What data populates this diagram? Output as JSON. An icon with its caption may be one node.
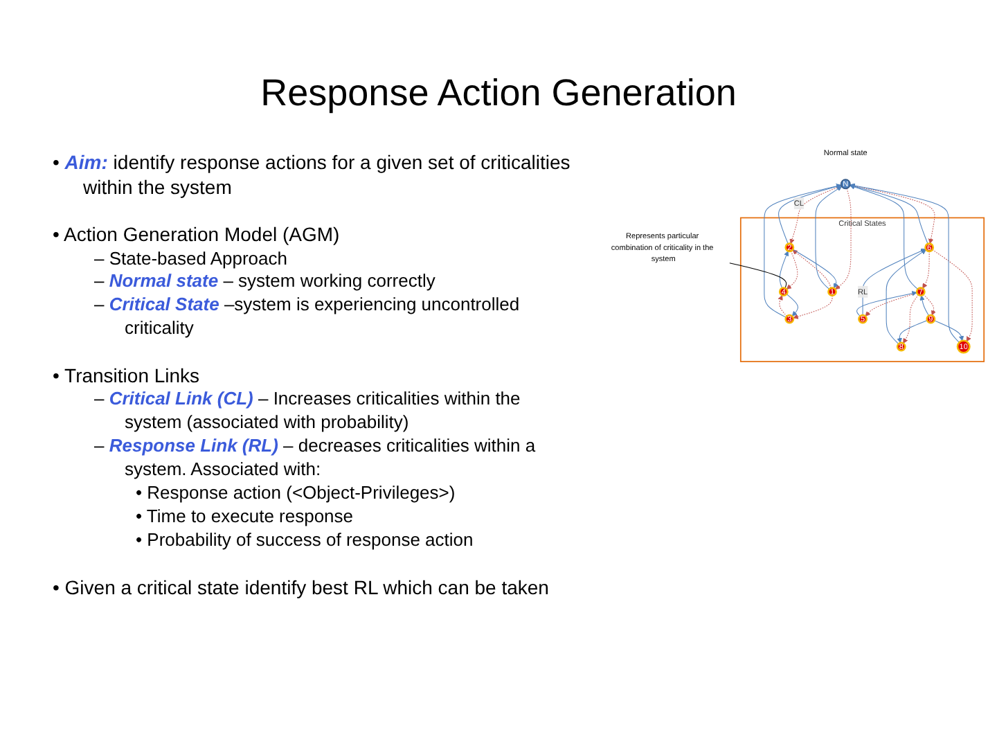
{
  "diagram": {
    "title": "Response Action Generation",
    "nodes": [
      {
        "text": [
          "N"
        ],
        "beside": [
          "Normal state"
        ]
      },
      {
        "text": [
          "Critical States"
        ]
      },
      {
        "text": [
          "1"
        ],
        "in": 1
      },
      {
        "text": [
          "2"
        ],
        "in": 1
      },
      {
        "text": [
          "3"
        ],
        "in": 1
      },
      {
        "text": [
          "4"
        ],
        "in": 1
      },
      {
        "text": [
          "5"
        ],
        "in": 1
      },
      {
        "text": [
          "6"
        ],
        "in": 1
      },
      {
        "text": [
          "7"
        ],
        "in": 1
      },
      {
        "text": [
          "8"
        ],
        "in": 1
      },
      {
        "text": [
          "9"
        ],
        "in": 1
      },
      {
        "text": [
          "10"
        ],
        "in": 1
      },
      {
        "text": [
          "Represents particular combination of criticality in the system"
        ]
      }
    ],
    "edges": [
      {
        "from": 0,
        "to": 3,
        "arrow": "to",
        "label": "CL",
        "style": "dashed",
        "color": "#c0504d"
      },
      {
        "from": 0,
        "to": 2,
        "arrow": "to",
        "style": "dashed",
        "color": "#c0504d"
      },
      {
        "from": 0,
        "to": 7,
        "arrow": "to",
        "style": "dashed",
        "color": "#c0504d"
      },
      {
        "from": 2,
        "to": 3,
        "arrow": "to",
        "style": "dashed",
        "color": "#c0504d"
      },
      {
        "from": 2,
        "to": 4,
        "arrow": "to",
        "style": "dashed",
        "color": "#c0504d"
      },
      {
        "from": 3,
        "to": 5,
        "arrow": "to",
        "style": "dashed",
        "color": "#c0504d"
      },
      {
        "from": 4,
        "to": 5,
        "arrow": "to",
        "style": "dashed",
        "color": "#c0504d"
      },
      {
        "from": 7,
        "to": 8,
        "arrow": "to",
        "style": "dashed",
        "color": "#c0504d"
      },
      {
        "from": 7,
        "to": 11,
        "arrow": "to",
        "style": "dashed",
        "color": "#c0504d"
      },
      {
        "from": 8,
        "to": 9,
        "arrow": "to",
        "style": "dashed",
        "color": "#c0504d"
      },
      {
        "from": 8,
        "to": 10,
        "arrow": "to",
        "style": "dashed",
        "color": "#c0504d"
      },
      {
        "from": 8,
        "to": 6,
        "arrow": "to",
        "style": "dashed",
        "color": "#c0504d"
      },
      {
        "from": 3,
        "to": 0,
        "arrow": "to"
      },
      {
        "from": 2,
        "to": 0,
        "arrow": "to"
      },
      {
        "from": 3,
        "to": 2,
        "arrow": "to"
      },
      {
        "from": 4,
        "to": 0,
        "arrow": "to"
      },
      {
        "from": 5,
        "to": 3,
        "arrow": "to"
      },
      {
        "from": 5,
        "to": 4,
        "arrow": "to"
      },
      {
        "from": 6,
        "to": 7,
        "arrow": "to",
        "label": "RL"
      },
      {
        "from": 6,
        "to": 8,
        "arrow": "to"
      },
      {
        "from": 7,
        "to": 0,
        "arrow": "to"
      },
      {
        "from": 8,
        "to": 0,
        "arrow": "to"
      },
      {
        "from": 9,
        "to": 7,
        "arrow": "to"
      },
      {
        "from": 10,
        "to": 8,
        "arrow": "to"
      },
      {
        "from": 10,
        "to": 9,
        "arrow": "to"
      },
      {
        "from": 10,
        "to": 11,
        "arrow": "to"
      },
      {
        "from": 11,
        "to": 0,
        "arrow": "to"
      },
      {
        "from": 12,
        "to": 5,
        "arrow": "none",
        "color": "#000000"
      }
    ],
    "labels": [
      "• *Aim:* identify response actions for a given set of criticalities within the system",
      "• Action Generation Model (AGM)",
      "– State-based Approach",
      "– *Normal state* – system working correctly",
      "– *Critical State* –system is experiencing uncontrolled criticality",
      "• Transition Links",
      "– *Critical Link (CL)* – Increases criticalities within the system (associated with probability)",
      "– *Response Link (RL)* – decreases criticalities within a system. Associated with:",
      "• Response action (<Object-Privileges>)",
      "• Time to execute response",
      "• Probability of success of response action",
      "• Given a critical state identify best RL which can be taken"
    ]
  }
}
